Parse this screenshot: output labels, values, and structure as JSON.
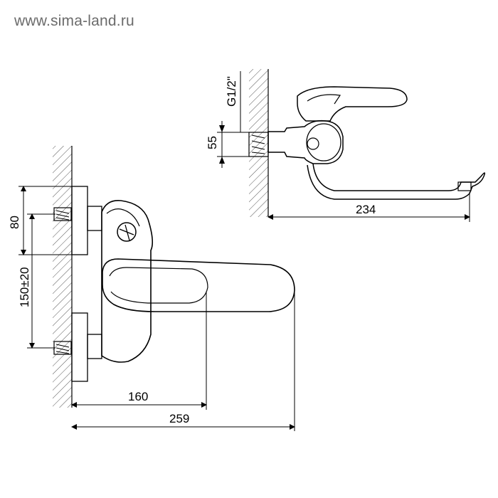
{
  "watermark": "www.sima-land.ru",
  "dimensions": {
    "top_thread": "G1/2\"",
    "top_height": "55",
    "top_spout_length": "234",
    "side_top_offset": "80",
    "inlet_spacing": "150±20",
    "handle_depth": "160",
    "total_depth": "259"
  }
}
